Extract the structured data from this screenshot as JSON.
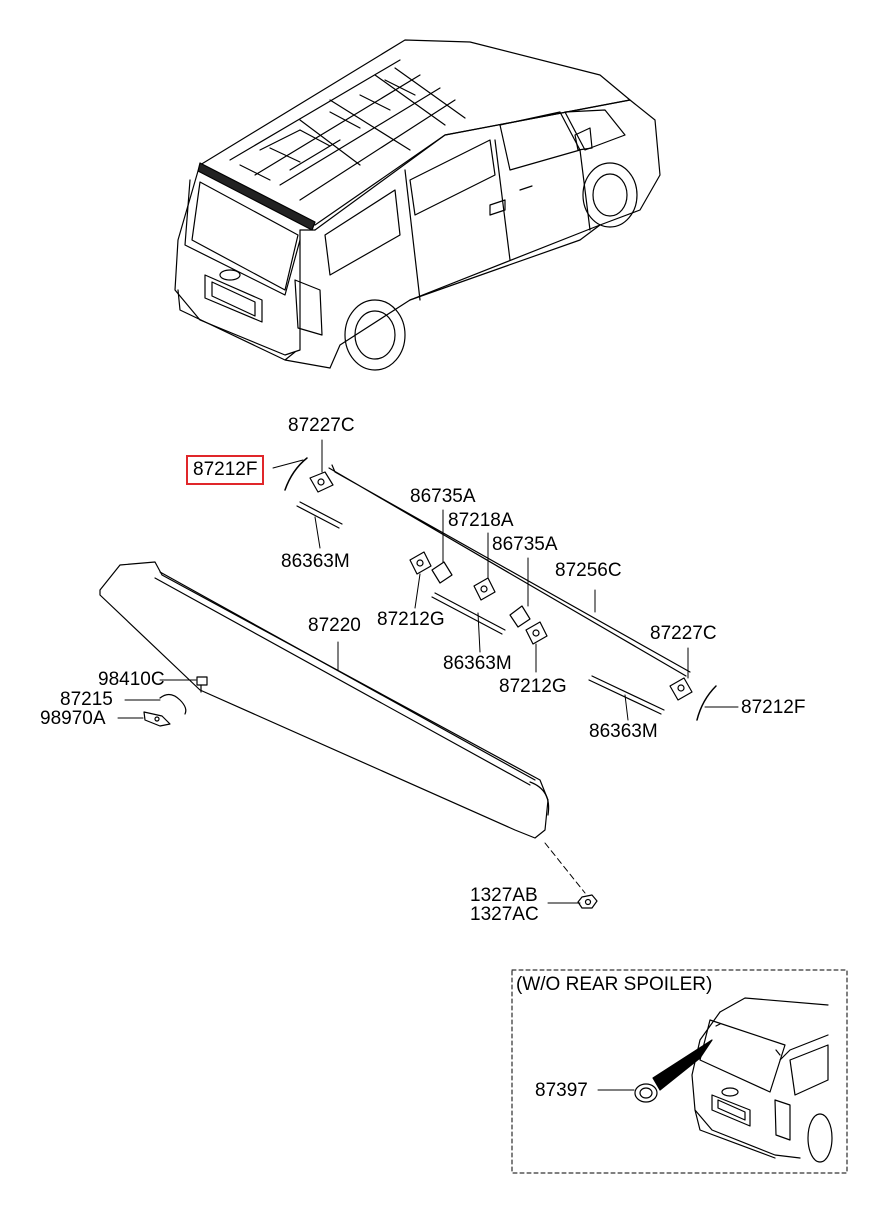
{
  "labels": {
    "p87227c_top": "87227C",
    "p87212f_left": "87212F",
    "p86735a_1": "86735A",
    "p87218a": "87218A",
    "p86735a_2": "86735A",
    "p86363m_left": "86363M",
    "p87256c": "87256C",
    "p87220": "87220",
    "p87212g_left": "87212G",
    "p87227c_right": "87227C",
    "p86363m_mid": "86363M",
    "p87212g_mid": "87212G",
    "p98410c": "98410C",
    "p87215": "87215",
    "p98970a": "98970A",
    "p87212f_right": "87212F",
    "p86363m_right": "86363M",
    "p1327ab": "1327AB",
    "p1327ac": "1327AC",
    "p87397": "87397"
  },
  "inset": {
    "title": "(W/O REAR SPOILER)"
  },
  "colors": {
    "line": "#000000",
    "highlight": "#e0262a"
  }
}
